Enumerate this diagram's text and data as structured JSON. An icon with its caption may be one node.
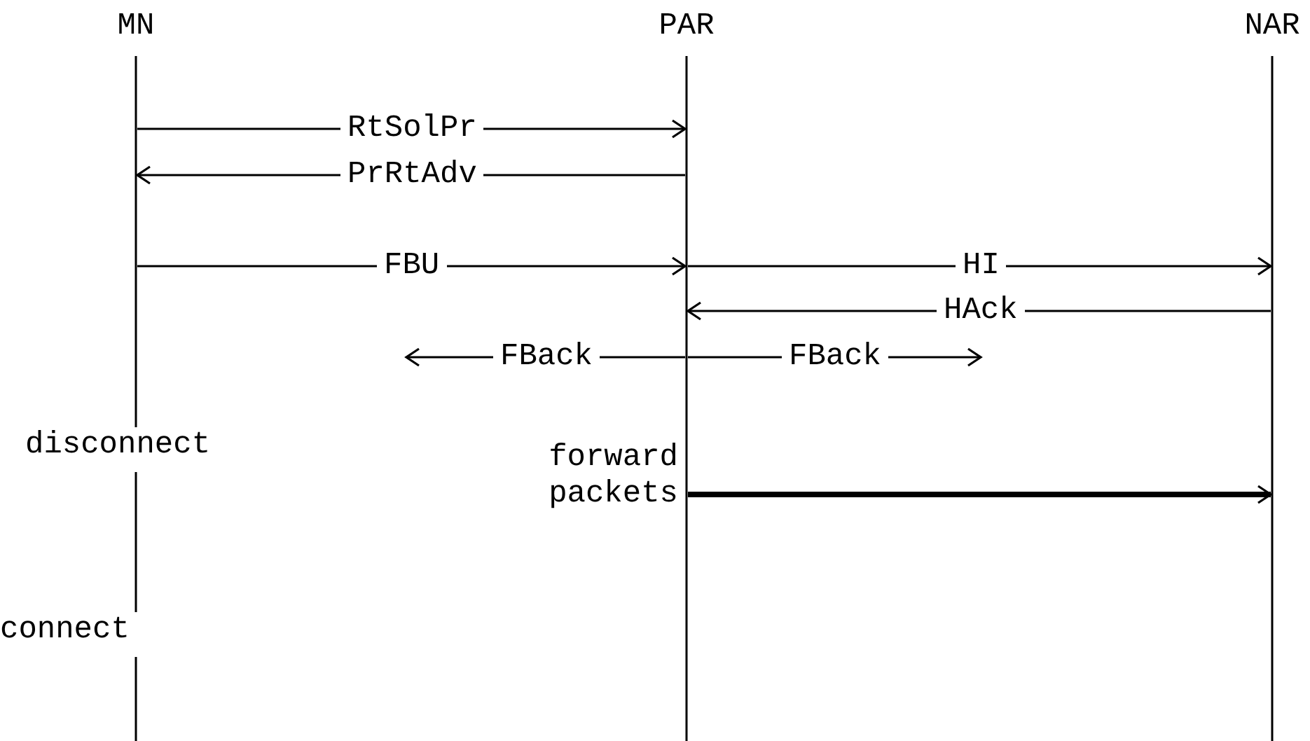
{
  "diagram": {
    "nodes": [
      {
        "text": [
          "MN"
        ]
      },
      {
        "text": [
          "PAR"
        ]
      },
      {
        "text": [
          "NAR"
        ]
      }
    ],
    "edges": [
      {
        "from": 0,
        "to": 1,
        "arrow": "to",
        "label": "RtSolPr"
      },
      {
        "from": 1,
        "to": 0,
        "arrow": "to",
        "label": "PrRtAdv"
      },
      {
        "from": 0,
        "to": 1,
        "arrow": "to",
        "label": "FBU"
      },
      {
        "from": 1,
        "to": 2,
        "arrow": "to",
        "label": "HI"
      },
      {
        "from": 2,
        "to": 1,
        "arrow": "to",
        "label": "HAck"
      },
      {
        "from": 1,
        "to": null,
        "arrow": "to",
        "label": "FBack"
      },
      {
        "from": 1,
        "to": null,
        "arrow": "to",
        "label": "FBack"
      },
      {
        "from": 1,
        "to": 2,
        "arrow": "to",
        "label": "forward packets",
        "style": "thick"
      }
    ],
    "labels": [
      "disconnect",
      "connect"
    ]
  }
}
